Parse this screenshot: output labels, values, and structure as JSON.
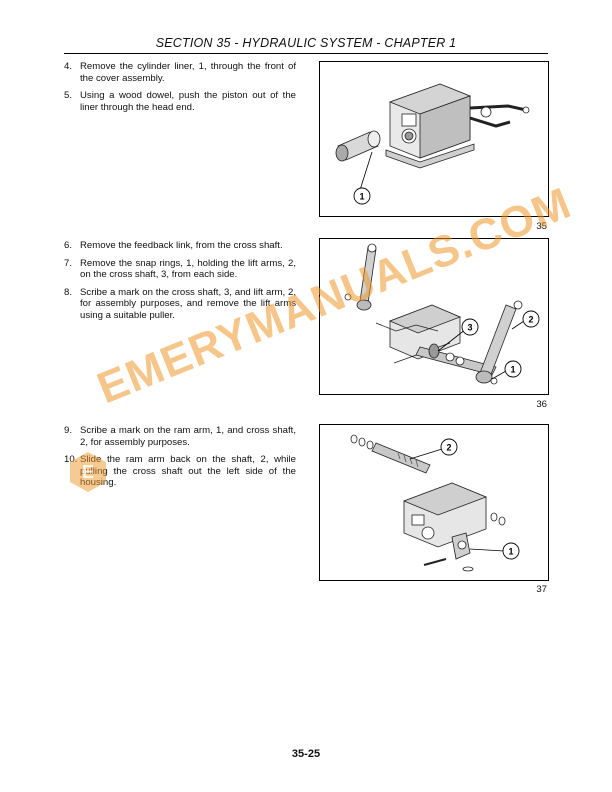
{
  "header": {
    "title": "SECTION 35 - HYDRAULIC SYSTEM - CHAPTER 1"
  },
  "group1": {
    "steps": [
      {
        "num": "4.",
        "text": "Remove the cylinder liner, 1, through the front of the cover assembly."
      },
      {
        "num": "5.",
        "text": "Using a wood dowel, push the piston out of the liner through the head end."
      }
    ],
    "figure": {
      "number": "35",
      "callouts": [
        "1"
      ]
    }
  },
  "group2": {
    "steps": [
      {
        "num": "6.",
        "text": "Remove the feedback link, from the cross shaft."
      },
      {
        "num": "7.",
        "text": "Remove the snap rings, 1, holding the lift arms, 2, on the cross shaft, 3, from each side."
      },
      {
        "num": "8.",
        "text": "Scribe a mark on the cross shaft, 3, and lift arm, 2, for assembly purposes, and remove the lift arms using a suitable puller."
      }
    ],
    "figure": {
      "number": "36",
      "callouts": [
        "3",
        "2",
        "1"
      ]
    }
  },
  "group3": {
    "steps": [
      {
        "num": "9.",
        "text": "Scribe a mark on the ram arm, 1, and cross shaft, 2, for assembly purposes."
      },
      {
        "num": "10.",
        "text": "Slide the ram arm back on the shaft, 2, while pulling the cross shaft out the left side of the housing."
      }
    ],
    "figure": {
      "number": "37",
      "callouts": [
        "2",
        "1"
      ]
    }
  },
  "footer": {
    "page_number": "35-25"
  },
  "watermark": {
    "text": "EMERYMANUALS.COM",
    "color": "#ec9628"
  }
}
